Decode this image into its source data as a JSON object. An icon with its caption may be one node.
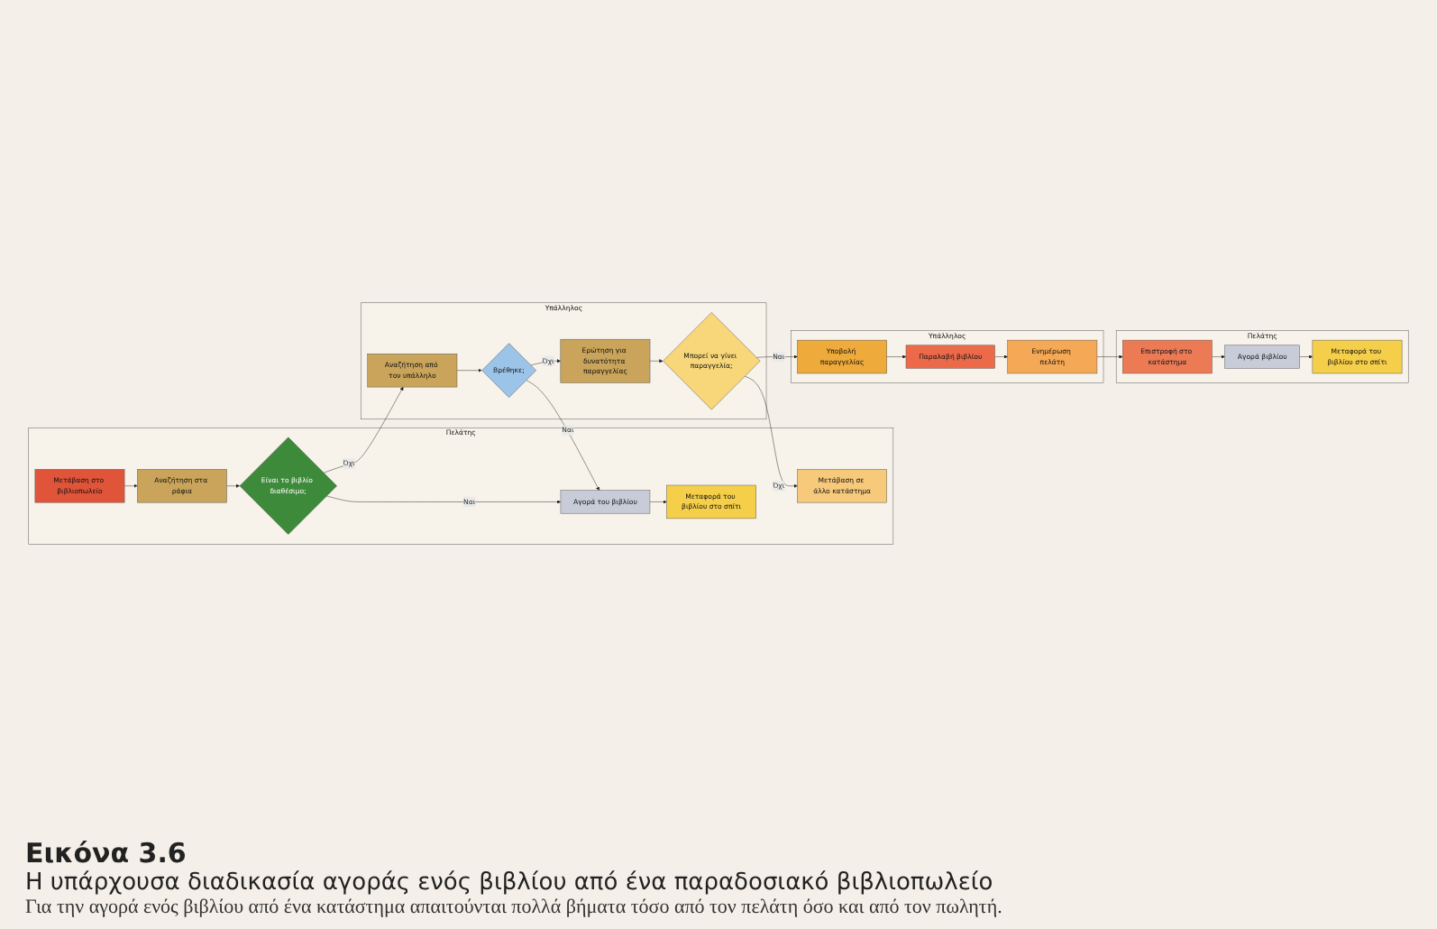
{
  "diagram": {
    "title": "Εικόνα 3.6",
    "caption": "Η υπάρχουσα διαδικασία αγοράς ενός βιβλίου από ένα παραδοσιακό βιβλιοπωλείο",
    "nodes": [
      {
        "text": [
          "Πελάτης"
        ]
      },
      {
        "text": [
          "Μετάβαση στο βιβλιοπωλείο"
        ],
        "in": 0
      },
      {
        "text": [
          "Αναζήτηση στα ράφια"
        ],
        "in": 0
      },
      {
        "text": [
          "Είναι το βιβλίο διαθέσιμο;"
        ],
        "in": 0
      },
      {
        "text": [
          "Αγορά του βιβλίου"
        ],
        "in": 0
      },
      {
        "text": [
          "Μεταφορά του βιβλίου στο σπίτι"
        ],
        "in": 0
      },
      {
        "text": [
          "Μετάβαση σε άλλο κατάστημα"
        ],
        "in": 0
      },
      {
        "text": [
          "Υπάλληλος"
        ]
      },
      {
        "text": [
          "Αναζήτηση από τον υπάλληλο"
        ],
        "in": 7
      },
      {
        "text": [
          "Βρέθηκε;"
        ],
        "in": 7
      },
      {
        "text": [
          "Ερώτηση για δυνατότητα παραγγελίας"
        ],
        "in": 7
      },
      {
        "text": [
          "Μπορεί να γίνει παραγγελία;"
        ],
        "in": 7
      },
      {
        "text": [
          "Πελάτης"
        ]
      },
      {
        "text": [
          "Επιστροφή στο κατάστημα"
        ],
        "in": 12
      },
      {
        "text": [
          "Αγορά βιβλίου"
        ],
        "in": 12
      },
      {
        "text": [
          "Μεταφορά του βιβλίου στο σπίτι"
        ],
        "in": 12
      },
      {
        "text": [
          "Υπάλληλος"
        ]
      },
      {
        "text": [
          "Υποβολή παραγγελίας"
        ],
        "in": 16
      },
      {
        "text": [
          "Παραλαβή βιβλίου"
        ],
        "in": 16
      },
      {
        "text": [
          "Ενημέρωση πελάτη"
        ],
        "in": 16
      }
    ],
    "edges": [
      {
        "from": 1,
        "to": 2,
        "arrow": "to"
      },
      {
        "from": 2,
        "to": 3,
        "arrow": "to"
      },
      {
        "from": 3,
        "to": 4,
        "arrow": "to",
        "label": "Ναι"
      },
      {
        "from": 4,
        "to": 5,
        "arrow": "to"
      },
      {
        "from": 3,
        "to": 8,
        "arrow": "to",
        "label": "Όχι"
      },
      {
        "from": 8,
        "to": 9,
        "arrow": "to"
      },
      {
        "from": 9,
        "to": 4,
        "arrow": "to",
        "label": "Ναι"
      },
      {
        "from": 9,
        "to": 10,
        "arrow": "to",
        "label": "Όχι"
      },
      {
        "from": 10,
        "to": 11,
        "arrow": "to"
      },
      {
        "from": 11,
        "to": 6,
        "arrow": "to",
        "label": "Όχι"
      },
      {
        "from": 11,
        "to": 17,
        "arrow": "to",
        "label": "Ναι"
      },
      {
        "from": 17,
        "to": 18,
        "arrow": "to"
      },
      {
        "from": 18,
        "to": 19,
        "arrow": "to"
      },
      {
        "from": 19,
        "to": 13,
        "arrow": "to"
      },
      {
        "from": 13,
        "to": 14,
        "arrow": "to"
      },
      {
        "from": 14,
        "to": 15,
        "arrow": "to"
      }
    ],
    "labels": [
      "Για την αγορά ενός βιβλίου από ένα κατάστημα απαιτούνται πολλά βήματα τόσο από τον πελάτη όσο και από τον πωλητή."
    ]
  }
}
